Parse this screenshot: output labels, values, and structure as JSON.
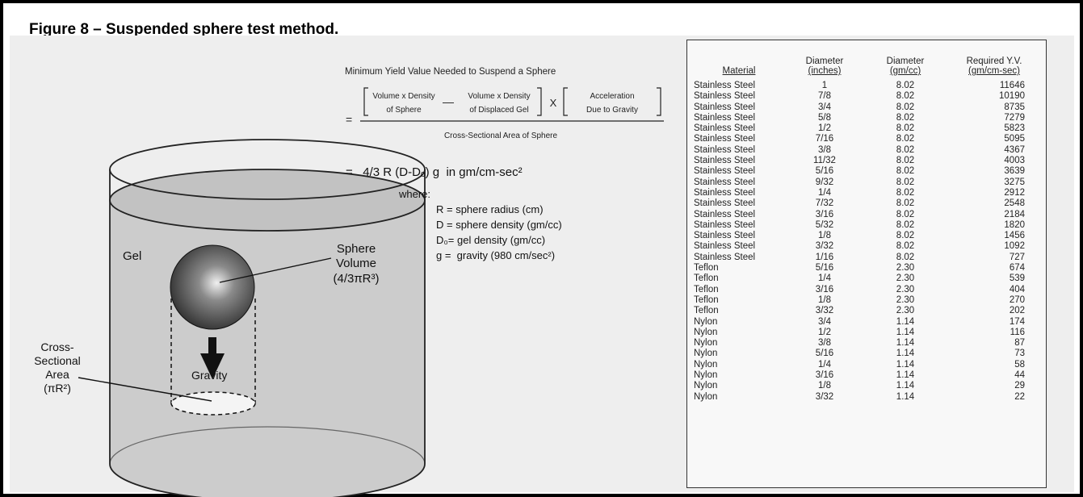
{
  "caption": "Figure 8 – Suspended sphere test method.",
  "diagram": {
    "gel_label": "Gel",
    "sphere_volume_label": [
      "Sphere",
      "Volume",
      "(4/3πR³)"
    ],
    "gravity_label": "Gravity",
    "cross_section_label": [
      "Cross-",
      "Sectional",
      "Area",
      "(πR²)"
    ]
  },
  "formula": {
    "title": "Minimum Yield Value Needed to Suspend a Sphere",
    "term1": [
      "Volume x Density",
      "of Sphere"
    ],
    "minus": "—",
    "term2": [
      "Volume x Density",
      "of Displaced Gel"
    ],
    "times": "X",
    "term3": [
      "Acceleration",
      "Due to Gravity"
    ],
    "equals": "=",
    "denominator": "Cross-Sectional Area of Sphere",
    "result": "=   4/3 R (D-Dₒ) g  in gm/cm-sec²",
    "where": "where:",
    "definitions": [
      "R = sphere radius (cm)",
      "D = sphere density (gm/cc)",
      "D₀= gel density (gm/cc)",
      "g =  gravity (980 cm/sec²)"
    ]
  },
  "table": {
    "headers": [
      "Material",
      "Diameter (inches)",
      "Diameter (gm/cc)",
      "Required Y.V. (gm/cm-sec)"
    ],
    "header_lines": [
      [
        "Material"
      ],
      [
        "Diameter",
        "(inches)"
      ],
      [
        "Diameter",
        "(gm/cc)"
      ],
      [
        "Required Y.V.",
        "(gm/cm-sec)"
      ]
    ],
    "rows": [
      [
        "Stainless Steel",
        "1",
        "8.02",
        "11646"
      ],
      [
        "Stainless Steel",
        "7/8",
        "8.02",
        "10190"
      ],
      [
        "Stainless Steel",
        "3/4",
        "8.02",
        "8735"
      ],
      [
        "Stainless Steel",
        "5/8",
        "8.02",
        "7279"
      ],
      [
        "Stainless Steel",
        "1/2",
        "8.02",
        "5823"
      ],
      [
        "Stainless Steel",
        "7/16",
        "8.02",
        "5095"
      ],
      [
        "Stainless Steel",
        "3/8",
        "8.02",
        "4367"
      ],
      [
        "Stainless Steel",
        "11/32",
        "8.02",
        "4003"
      ],
      [
        "Stainless Steel",
        "5/16",
        "8.02",
        "3639"
      ],
      [
        "Stainless Steel",
        "9/32",
        "8.02",
        "3275"
      ],
      [
        "Stainless Steel",
        "1/4",
        "8.02",
        "2912"
      ],
      [
        "Stainless Steel",
        "7/32",
        "8.02",
        "2548"
      ],
      [
        "Stainless Steel",
        "3/16",
        "8.02",
        "2184"
      ],
      [
        "Stainless Steel",
        "5/32",
        "8.02",
        "1820"
      ],
      [
        "Stainless Steel",
        "1/8",
        "8.02",
        "1456"
      ],
      [
        "Stainless Steel",
        "3/32",
        "8.02",
        "1092"
      ],
      [
        "Stainless Steel",
        "1/16",
        "8.02",
        "727"
      ],
      [
        "Teflon",
        "5/16",
        "2.30",
        "674"
      ],
      [
        "Teflon",
        "1/4",
        "2.30",
        "539"
      ],
      [
        "Teflon",
        "3/16",
        "2.30",
        "404"
      ],
      [
        "Teflon",
        "1/8",
        "2.30",
        "270"
      ],
      [
        "Teflon",
        "3/32",
        "2.30",
        "202"
      ],
      [
        "Nylon",
        "3/4",
        "1.14",
        "174"
      ],
      [
        "Nylon",
        "1/2",
        "1.14",
        "116"
      ],
      [
        "Nylon",
        "3/8",
        "1.14",
        "87"
      ],
      [
        "Nylon",
        "5/16",
        "1.14",
        "73"
      ],
      [
        "Nylon",
        "1/4",
        "1.14",
        "58"
      ],
      [
        "Nylon",
        "3/16",
        "1.14",
        "44"
      ],
      [
        "Nylon",
        "1/8",
        "1.14",
        "29"
      ],
      [
        "Nylon",
        "3/32",
        "1.14",
        "22"
      ]
    ]
  }
}
